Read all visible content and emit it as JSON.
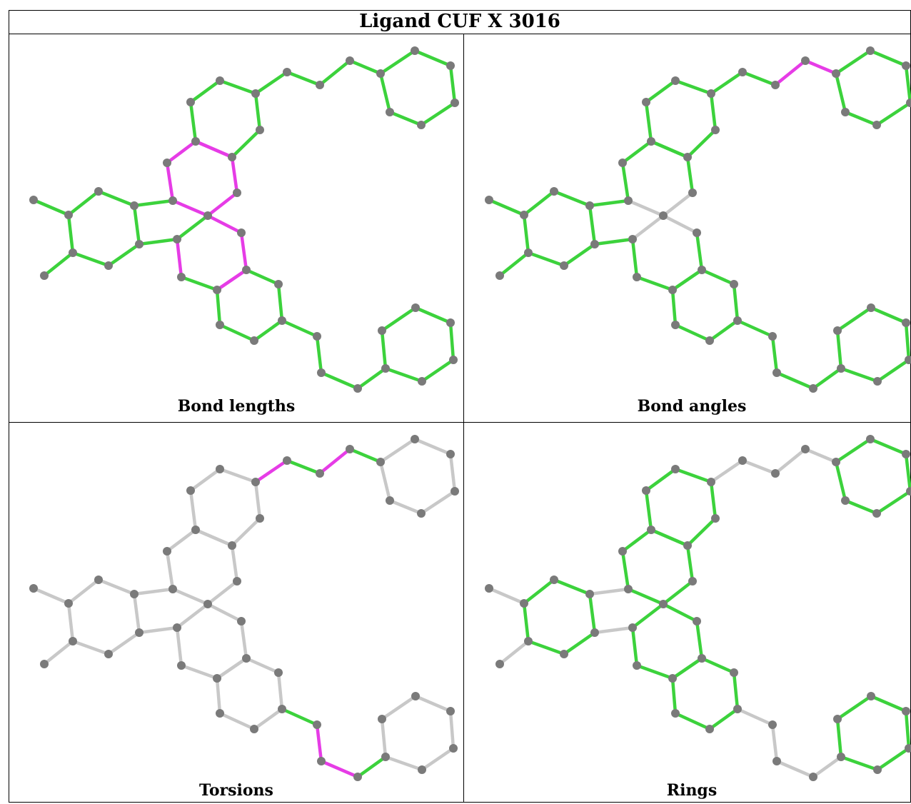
{
  "title": "Ligand CUF X 3016",
  "colors": {
    "green": "#3cd23c",
    "magenta": "#e63ce6",
    "grey": "#c8c8c8",
    "atom": "#7a7a7a"
  },
  "panels": [
    {
      "caption": "Bond lengths",
      "highlight": "lengths"
    },
    {
      "caption": "Bond angles",
      "highlight": "angles"
    },
    {
      "caption": "Torsions",
      "highlight": "torsions"
    },
    {
      "caption": "Rings",
      "highlight": "rings"
    }
  ]
}
